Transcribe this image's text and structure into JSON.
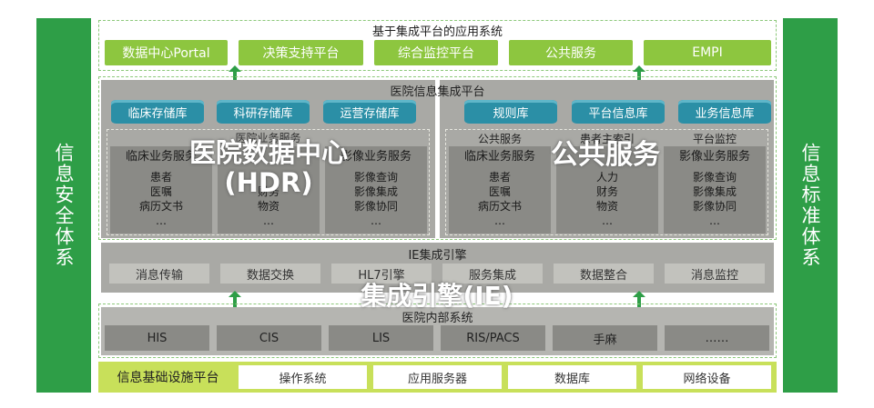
{
  "sidebars": {
    "left": "信息安全体系",
    "right": "信息标准体系"
  },
  "top": {
    "title": "基于集成平台的应用系统",
    "items": [
      "数据中心Portal",
      "决策支持平台",
      "综合监控平台",
      "公共服务",
      "EMPI"
    ]
  },
  "hip": {
    "title": "医院信息集成平台",
    "left_repos": [
      "临床存储库",
      "科研存储库",
      "运营存储库"
    ],
    "right_repos": [
      "规则库",
      "平台信息库",
      "业务信息库"
    ],
    "hdr_sub": "医院业务服务",
    "hdr_overlay_line1": "医院数据中心",
    "hdr_overlay_line2": "(HDR)",
    "hdr_cols": [
      {
        "title": "临床业务服务",
        "items": [
          "患者",
          "医嘱",
          "病历文书",
          "…"
        ]
      },
      {
        "title": "",
        "items": [
          "财务",
          "物资",
          "…"
        ]
      },
      {
        "title": "影像业务服务",
        "items": [
          "影像查询",
          "影像集成",
          "影像协同",
          "…"
        ]
      }
    ],
    "ps_labels": [
      "公共服务",
      "患者主索引",
      "平台监控"
    ],
    "ps_overlay": "公共服务",
    "ps_cols": [
      {
        "title": "临床业务服务",
        "items": [
          "患者",
          "医嘱",
          "病历文书",
          "…"
        ]
      },
      {
        "title": "",
        "items": [
          "人力",
          "财务",
          "物资",
          "…"
        ]
      },
      {
        "title": "影像业务服务",
        "items": [
          "影像查询",
          "影像集成",
          "影像协同",
          "…"
        ]
      }
    ]
  },
  "ie": {
    "title": "IE集成引擎",
    "items": [
      "消息传输",
      "数据交换",
      "HL7引擎",
      "服务集成",
      "数据整合",
      "消息监控"
    ],
    "overlay": "集成引擎(IE)"
  },
  "internal": {
    "title": "医院内部系统",
    "items": [
      "HIS",
      "CIS",
      "LIS",
      "RIS/PACS",
      "手麻",
      "……"
    ]
  },
  "infra": {
    "label": "信息基础设施平台",
    "items": [
      "操作系统",
      "应用服务器",
      "数据库",
      "网络设备"
    ]
  },
  "colors": {
    "green_dark": "#2e9e47",
    "green_light": "#8dc63f",
    "teal": "#2b8fa6",
    "gray": "#a9a9a5"
  }
}
